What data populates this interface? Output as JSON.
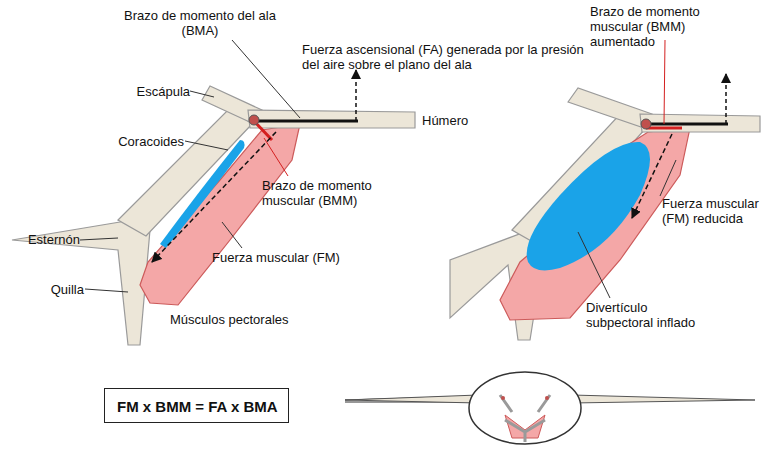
{
  "diagram": {
    "nodes": [
      {
        "text": [
          "FM x BMM = FA x BMA"
        ]
      }
    ],
    "labels": [
      "Brazo de momento del ala (BMA)",
      "Fuerza ascensional (FA) generada por la presión del aire sobre el plano del ala",
      "Escápula",
      "Húmero",
      "Coracoides",
      "Brazo de momento muscular (BMM)",
      "Esternón",
      "Fuerza muscular (FM)",
      "Quilla",
      "Músculos pectorales",
      "Brazo de momento muscular (BMM) aumentado",
      "Fuerza muscular (FM) reducida",
      "Divertículo subpectoral inflado"
    ]
  }
}
